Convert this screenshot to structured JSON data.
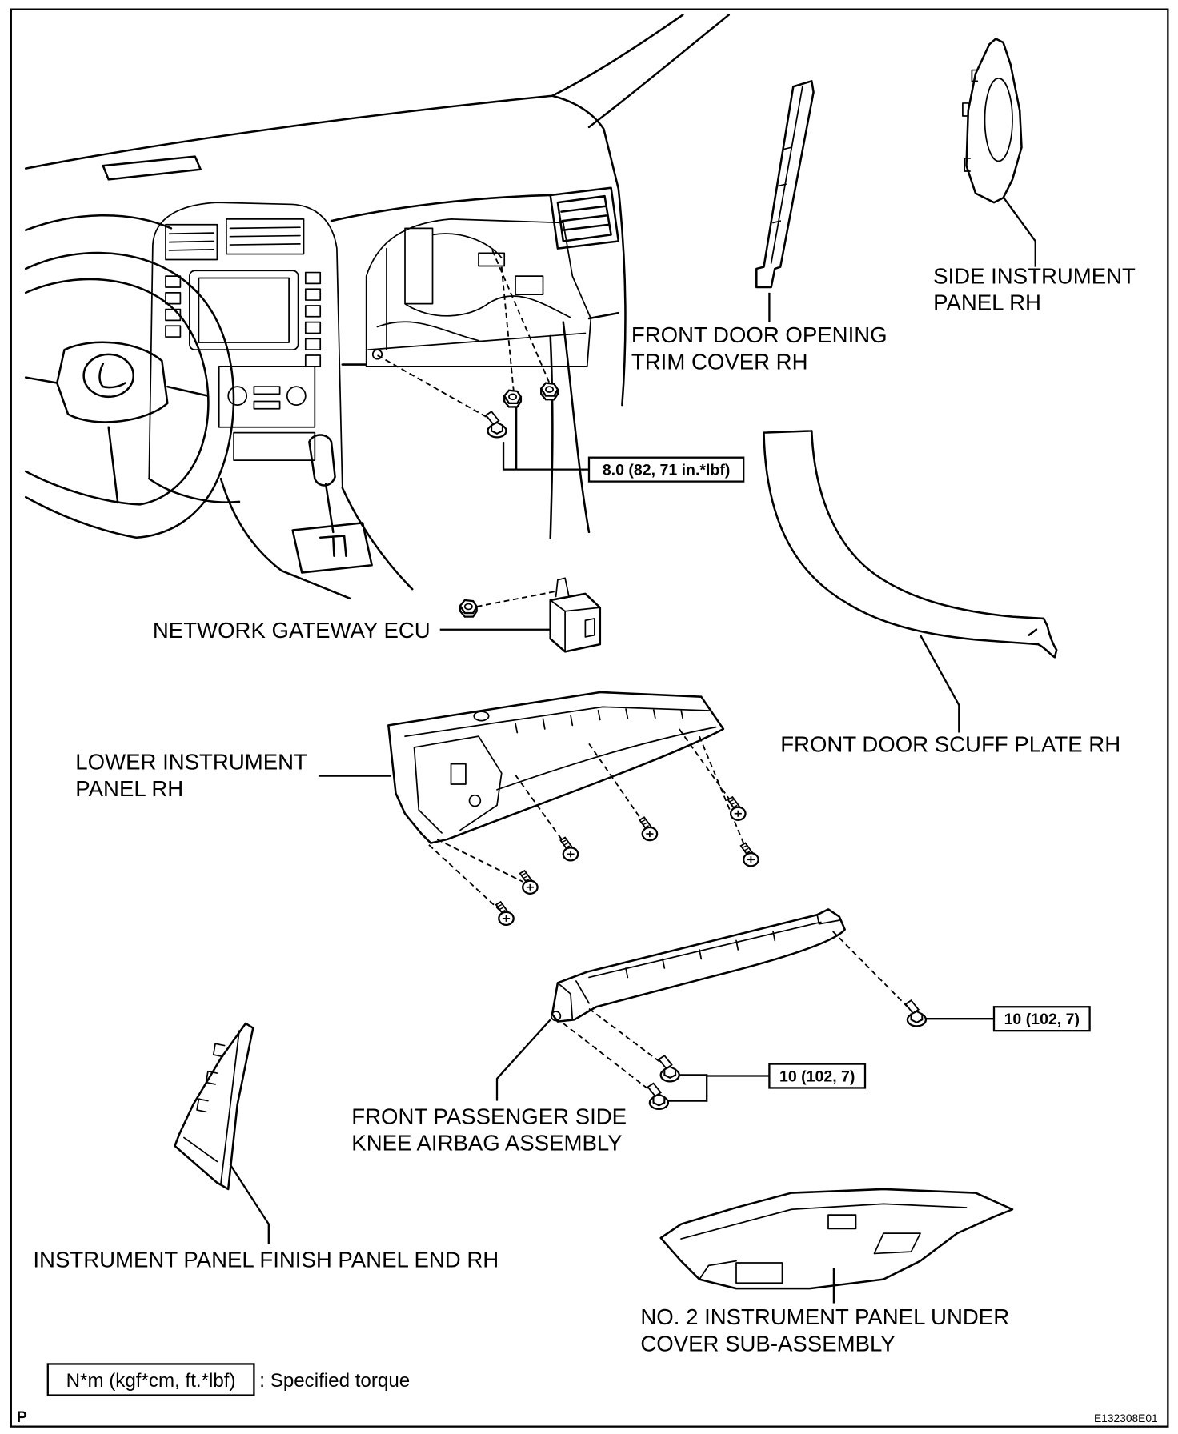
{
  "page_marker": "P",
  "figure_code": "E132308E01",
  "labels": {
    "side_instrument_panel_rh": [
      "SIDE INSTRUMENT",
      "PANEL RH"
    ],
    "front_door_opening_trim_cover_rh": [
      "FRONT DOOR OPENING",
      "TRIM COVER RH"
    ],
    "network_gateway_ecu": "NETWORK GATEWAY ECU",
    "front_door_scuff_plate_rh": "FRONT DOOR SCUFF PLATE RH",
    "lower_instrument_panel_rh": [
      "LOWER INSTRUMENT",
      "PANEL RH"
    ],
    "knee_airbag_assembly": [
      "FRONT PASSENGER SIDE",
      "KNEE AIRBAG ASSEMBLY"
    ],
    "finish_panel_end_rh": "INSTRUMENT PANEL FINISH PANEL END RH",
    "no2_under_cover": [
      "NO. 2 INSTRUMENT PANEL UNDER",
      "COVER SUB-ASSEMBLY"
    ]
  },
  "torque_specs": {
    "dash_fasteners": "8.0 (82, 71 in.*lbf)",
    "airbag_upper_bolt": "10 (102, 7)",
    "airbag_lower_bolts": "10 (102, 7)"
  },
  "legend": {
    "torque_unit_box": "N*m (kgf*cm, ft.*lbf)",
    "torque_unit_meaning": ": Specified torque"
  },
  "colors": {
    "ink": "#000000",
    "paper": "#ffffff"
  }
}
